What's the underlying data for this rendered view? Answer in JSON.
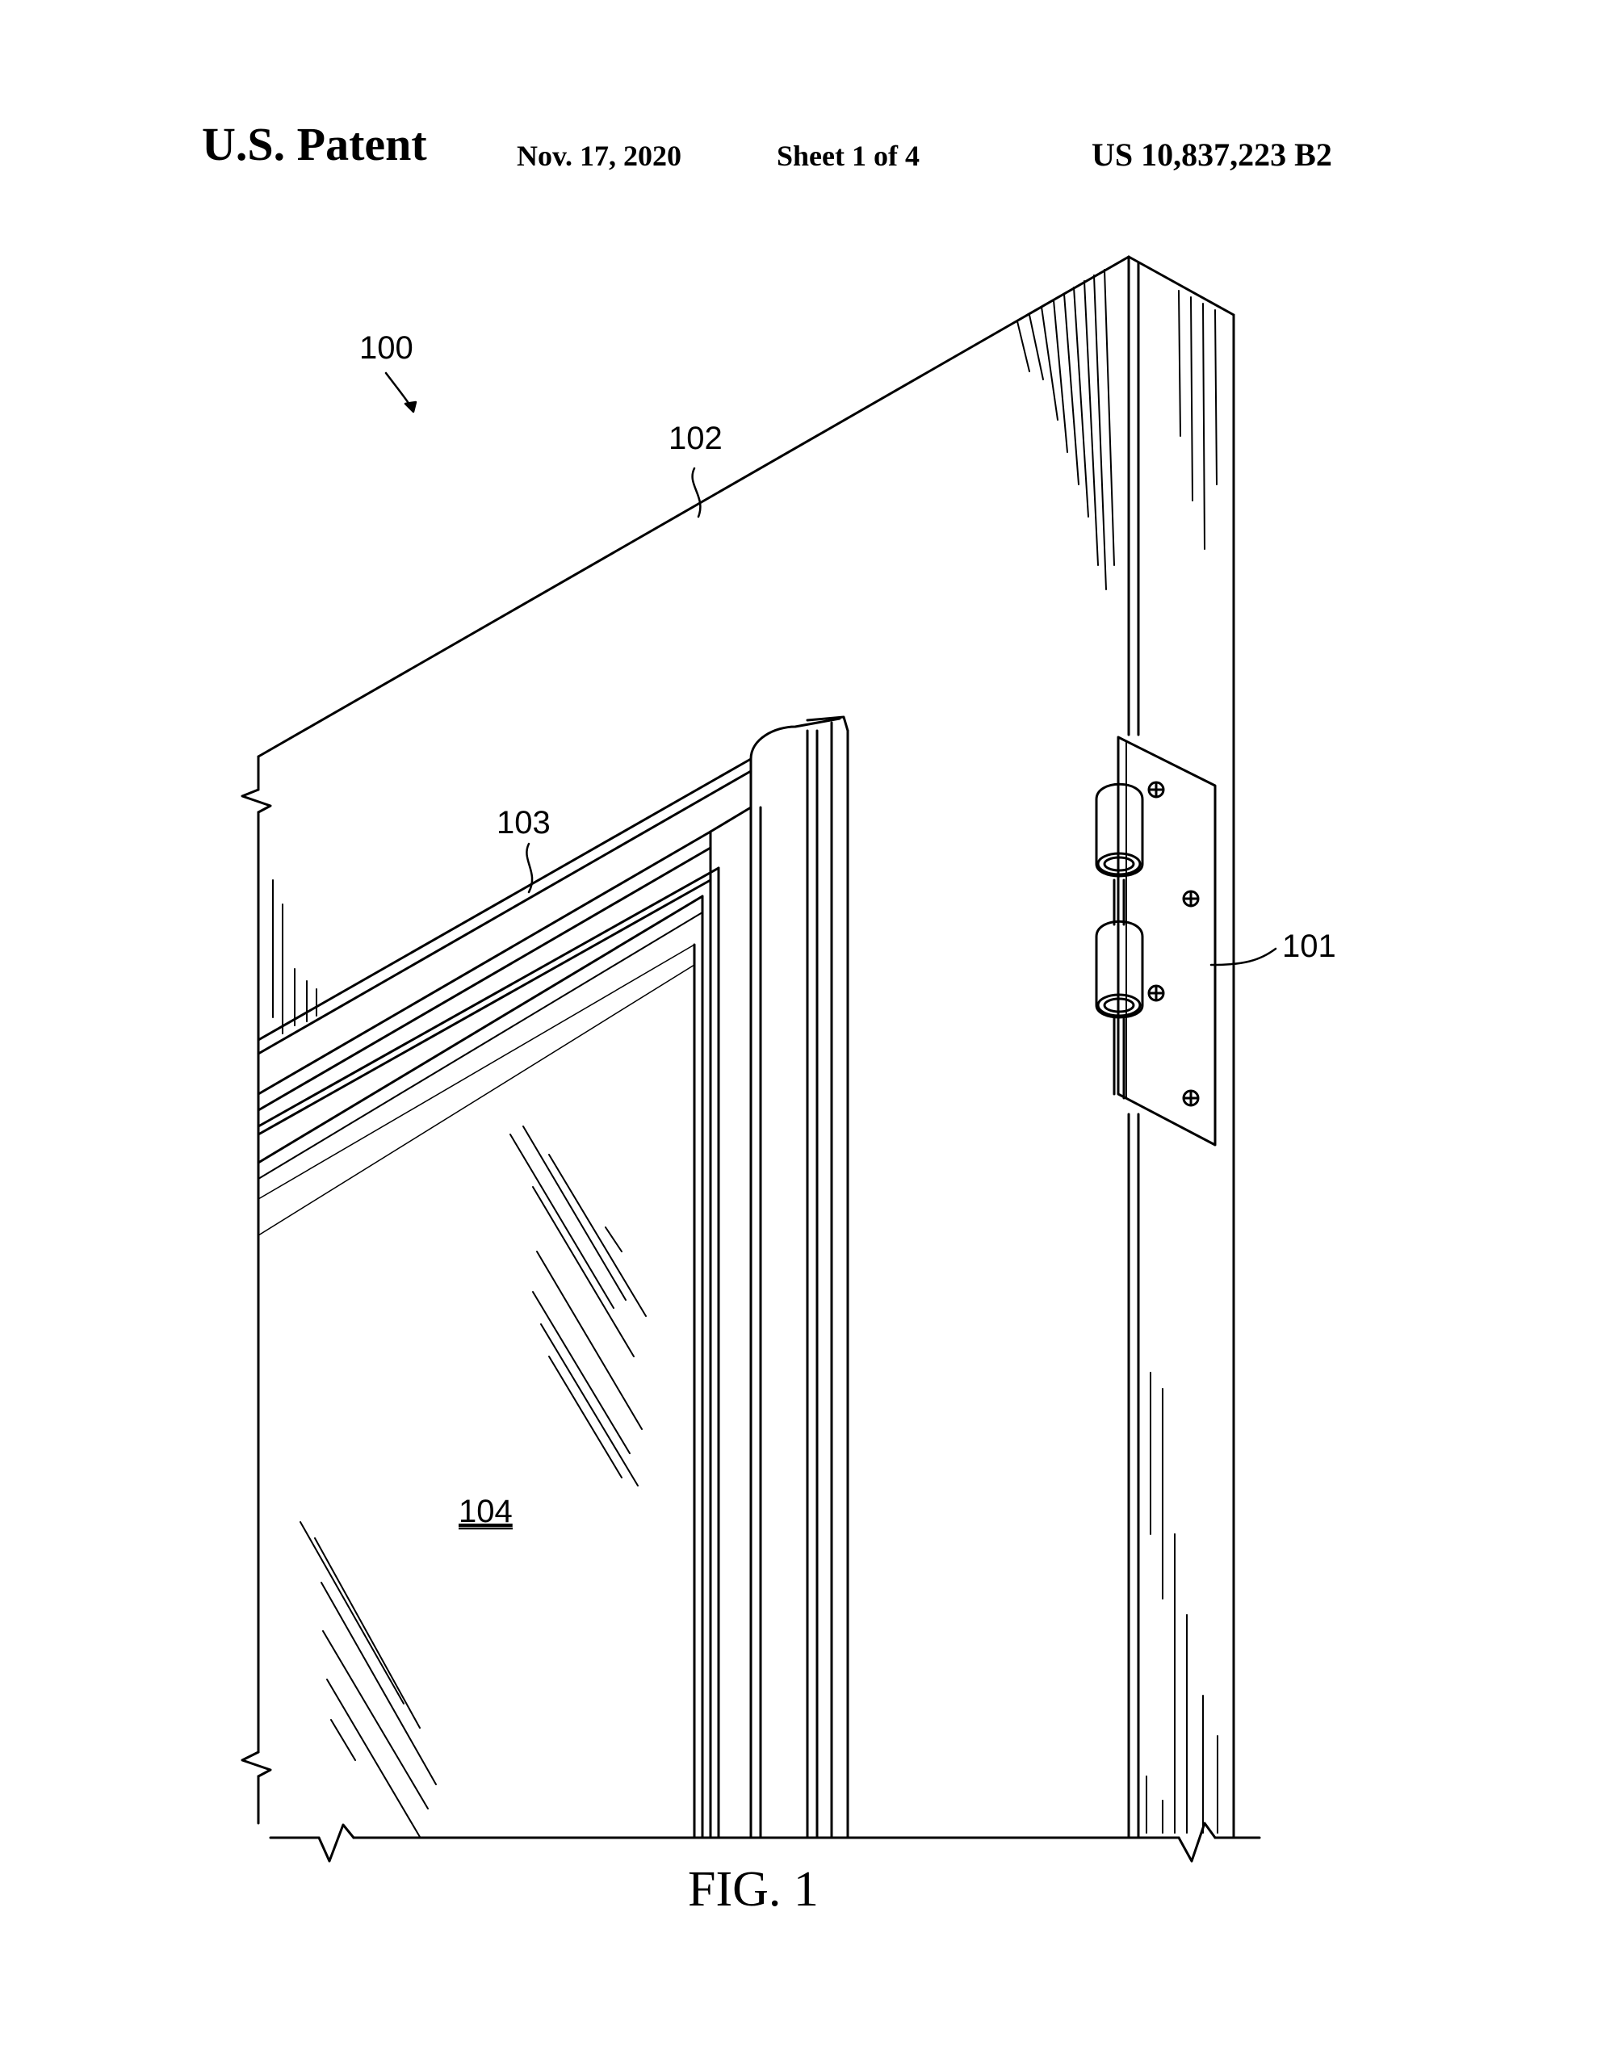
{
  "header": {
    "left": "U.S. Patent",
    "date": "Nov. 17, 2020",
    "sheet": "Sheet 1 of 4",
    "number": "US 10,837,223 B2"
  },
  "figure": {
    "label": "FIG. 1",
    "refs": {
      "assembly": "100",
      "hinge": "101",
      "door": "102",
      "frame": "103",
      "glass": "104"
    }
  }
}
